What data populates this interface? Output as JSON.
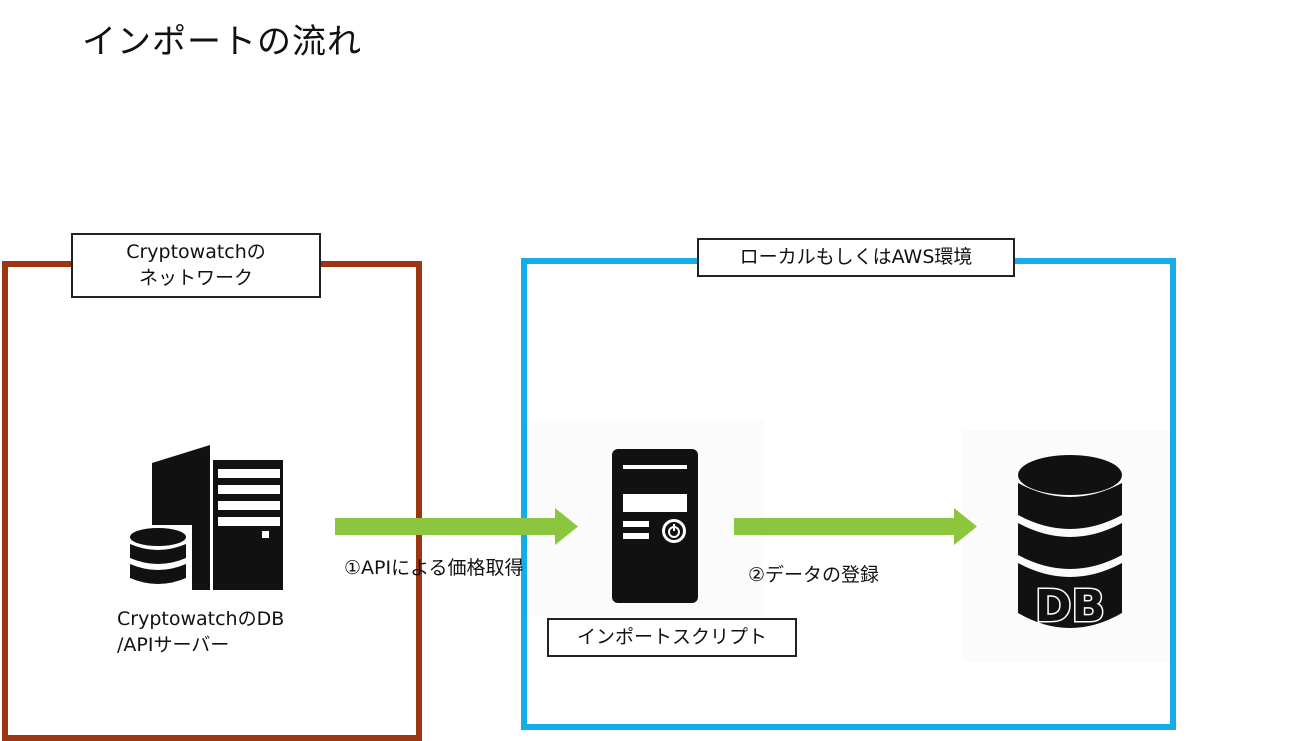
{
  "title": "インポートの流れ",
  "zones": {
    "left": {
      "label_line1": "Cryptowatchの",
      "label_line2": "ネットワーク",
      "color": "#9c3512"
    },
    "right": {
      "label": "ローカルもしくはAWS環境",
      "color": "#13aee8"
    }
  },
  "nodes": {
    "api_server": {
      "caption_line1": "CryptowatchのDB",
      "caption_line2": "/APIサーバー",
      "icon": "server-database-icon"
    },
    "import_script": {
      "caption": "インポートスクリプト",
      "icon": "tower-computer-icon"
    },
    "db": {
      "icon_text": "DB",
      "icon": "database-icon"
    }
  },
  "flows": [
    {
      "label": "①APIによる価格取得",
      "color": "#8cc63f"
    },
    {
      "label": "②データの登録",
      "color": "#8cc63f"
    }
  ]
}
